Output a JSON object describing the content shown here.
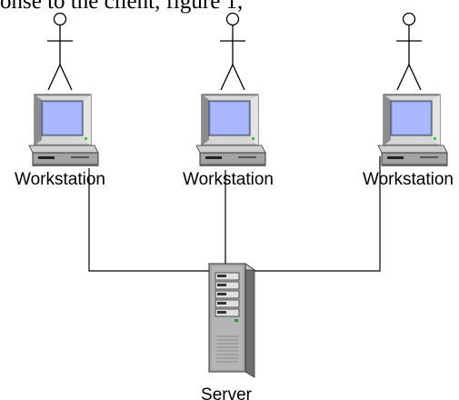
{
  "caption": "onse to the client, figure 1,",
  "nodes": {
    "workstation_left": {
      "label": "Workstation"
    },
    "workstation_center": {
      "label": "Workstation"
    },
    "workstation_right": {
      "label": "Workstation"
    },
    "server": {
      "label": "Server"
    }
  },
  "colors": {
    "line": "#000000",
    "monitor_screen": "#8fa3f5",
    "computer_body": "#a9a9a9",
    "server_body": "#9a9a9a"
  }
}
